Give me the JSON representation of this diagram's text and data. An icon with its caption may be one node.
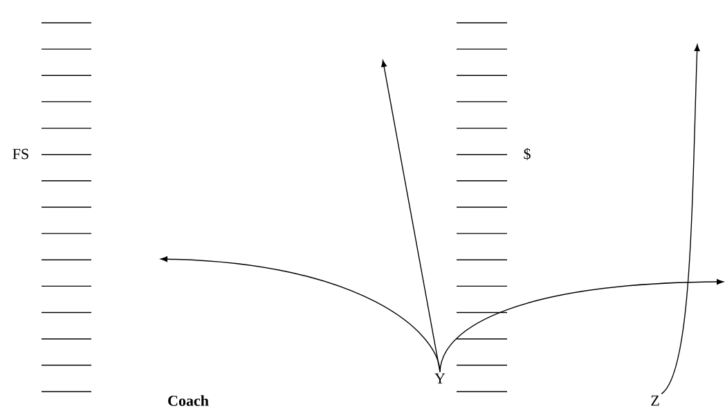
{
  "diagram": {
    "nodes": [
      {
        "text": [
          "Y"
        ]
      },
      {
        "text": [
          "Z"
        ]
      }
    ],
    "edges": [
      {
        "from": 0,
        "to": null,
        "arrow": "to"
      },
      {
        "from": 0,
        "to": null,
        "arrow": "to"
      },
      {
        "from": 0,
        "to": null,
        "arrow": "to"
      },
      {
        "from": 1,
        "to": null,
        "arrow": "to"
      }
    ],
    "labels": [
      "FS",
      "$",
      "Coach"
    ]
  }
}
